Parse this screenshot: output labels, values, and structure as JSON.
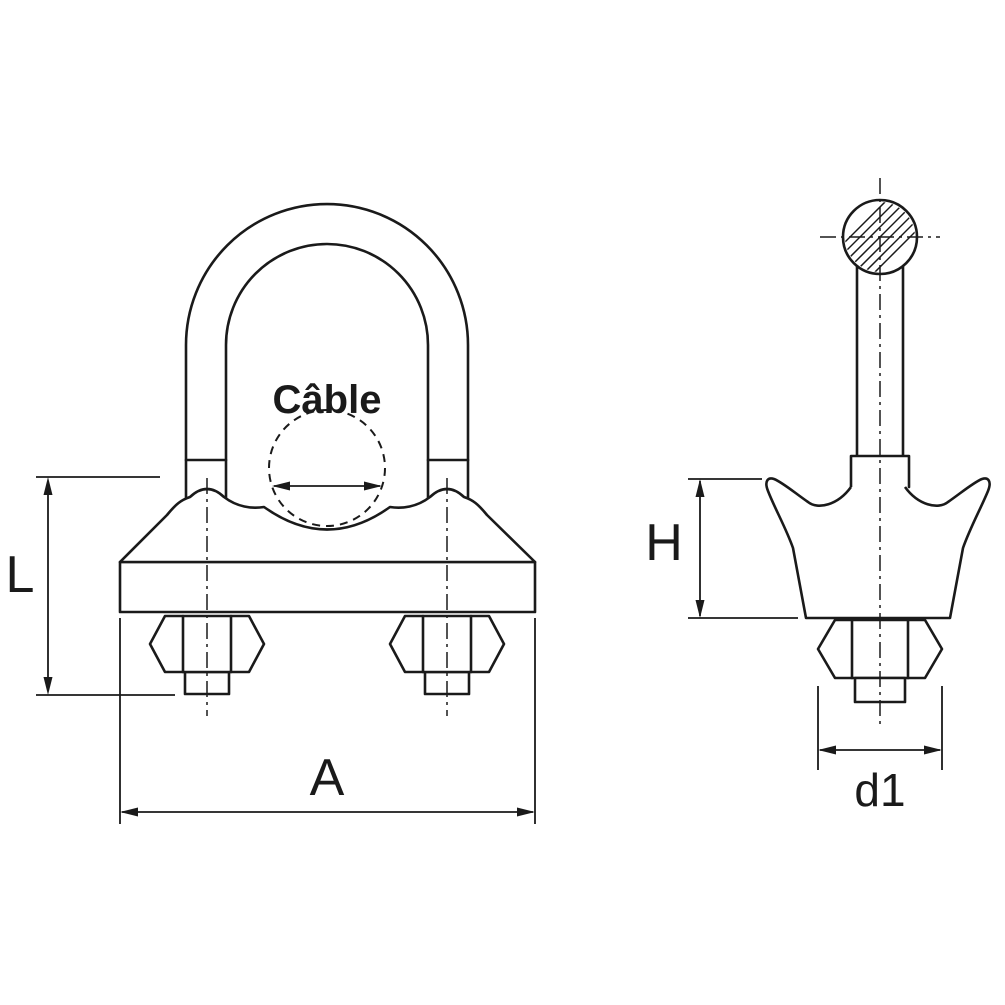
{
  "diagram": {
    "type": "technical-drawing",
    "subject": "wire-rope-clip-two-views",
    "labels": {
      "cable": "Câble",
      "dim_L": "L",
      "dim_A": "A",
      "dim_H": "H",
      "dim_d1": "d1"
    },
    "colors": {
      "line": "#1a1a1a",
      "background": "#ffffff"
    }
  }
}
